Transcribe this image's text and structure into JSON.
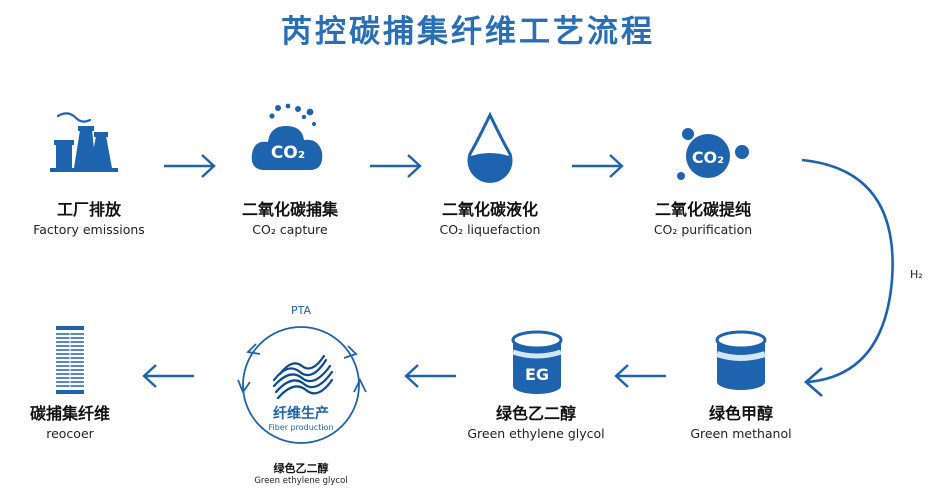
{
  "title": "芮控碳捕集纤维工艺流程",
  "colors": {
    "primary": "#1e63ad",
    "dark": "#0b4a92",
    "light": "#d3e6f6",
    "text": "#111111"
  },
  "stages": [
    {
      "cn": "工厂排放",
      "en": "Factory emissions",
      "icon": "factory-icon"
    },
    {
      "cn": "二氧化碳捕集",
      "en": "CO₂ capture",
      "icon": "co2-cloud-icon",
      "icon_text": "CO₂"
    },
    {
      "cn": "二氧化碳液化",
      "en": "CO₂ liquefaction",
      "icon": "droplet-icon"
    },
    {
      "cn": "二氧化碳提纯",
      "en": "CO₂ purification",
      "icon": "co2-molecule-icon",
      "icon_text": "CO₂"
    },
    {
      "cn": "绿色甲醇",
      "en": "Green methanol",
      "icon": "tank-icon"
    },
    {
      "cn": "绿色乙二醇",
      "en": "Green ethylene glycol",
      "icon": "eg-tank-icon",
      "icon_text": "EG"
    },
    {
      "cn": "纤维生产",
      "en": "Fiber production",
      "icon": "fiber-cycle-icon",
      "top_label": "PTA",
      "bottom_cn": "绿色乙二醇",
      "bottom_en": "Green ethylene glycol"
    },
    {
      "cn": "碳捕集纤维",
      "en": "reocoer",
      "icon": "fiber-spool-icon"
    }
  ],
  "h2_label": "H₂"
}
